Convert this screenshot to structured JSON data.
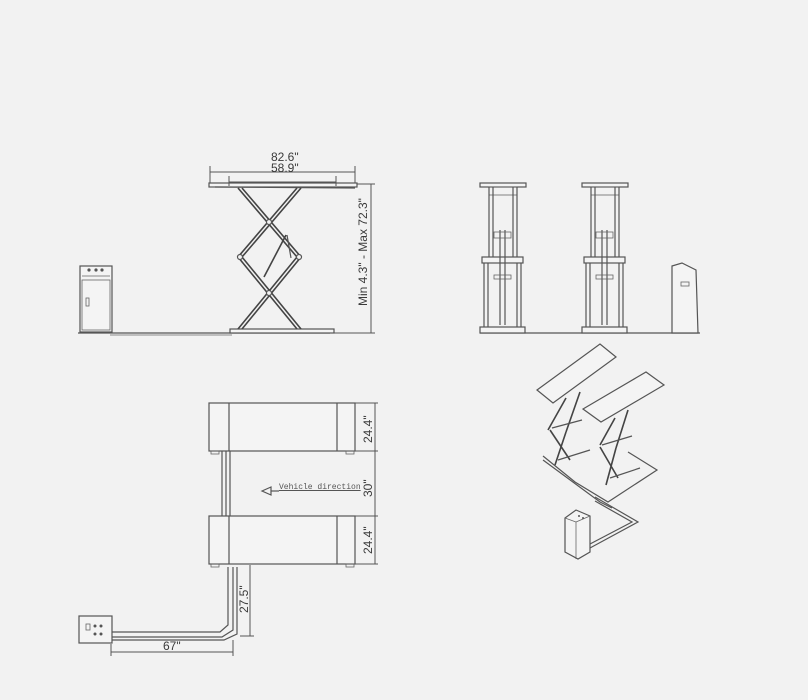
{
  "drawing": {
    "background": "#f2f2f2",
    "line_color": "#555555",
    "views": [
      {
        "name": "side-view",
        "description": "Side elevation of scissor lift with control console"
      },
      {
        "name": "front-view",
        "description": "Front elevation of two lift platforms with control console"
      },
      {
        "name": "top-view",
        "description": "Plan view of two platforms with hydraulic line routing"
      },
      {
        "name": "isometric-view",
        "description": "3D isometric view of the scissor lift set"
      }
    ],
    "dimensions": {
      "overall_length": "82.6\"",
      "inner_length": "58.9\"",
      "height_range": "Min 4.3\" - Max 72.3\"",
      "platform_width_top": "24.4\"",
      "gap_between_platforms": "30\"",
      "platform_width_bottom": "24.4\"",
      "hose_vertical": "27.5\"",
      "hose_horizontal": "67\""
    },
    "annotations": {
      "vehicle_direction": "Vehicle direction"
    }
  }
}
